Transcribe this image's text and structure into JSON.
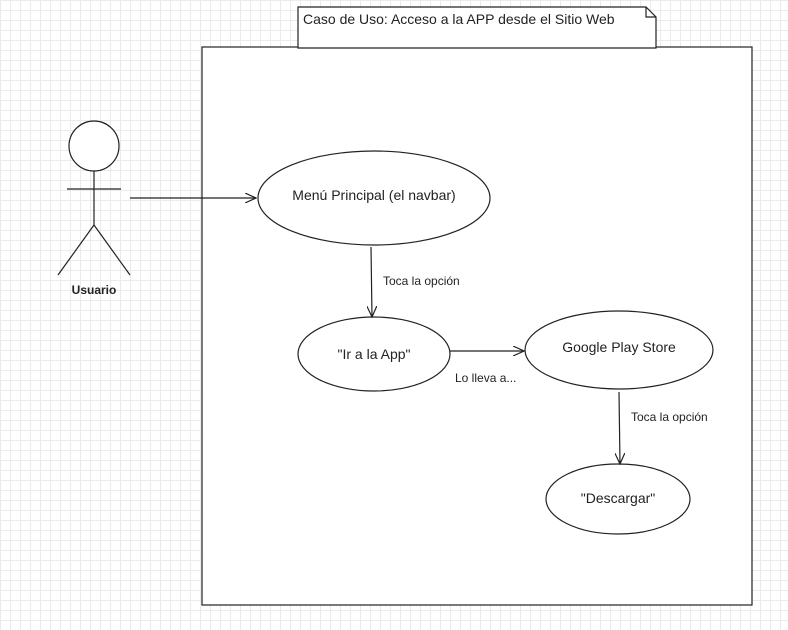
{
  "diagram": {
    "type": "use-case",
    "system_title": "Caso de Uso: Acceso a la APP desde el Sitio Web",
    "actor": {
      "name": "Usuario"
    },
    "use_cases": {
      "menu": "Menú Principal (el navbar)",
      "ir_app": "\"Ir a la App\"",
      "play_store": "Google Play Store",
      "descargar": "\"Descargar\""
    },
    "edges": {
      "menu_to_ir_app": "Toca la opción",
      "ir_app_to_store": "Lo lleva a...",
      "store_to_descargar": "Toca la opción"
    }
  }
}
